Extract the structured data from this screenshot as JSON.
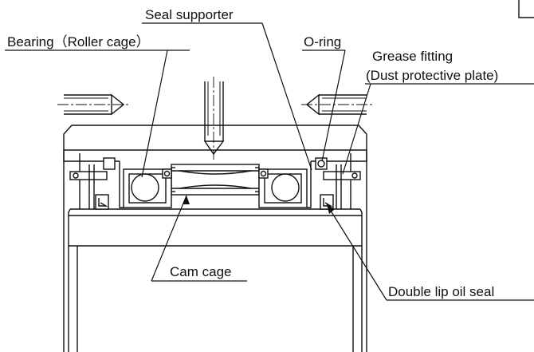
{
  "labels": {
    "seal_supporter": "Seal supporter",
    "bearing": "Bearing（Roller cage）",
    "o_ring": "O-ring",
    "grease_fitting_line1": "Grease fitting",
    "grease_fitting_line2": "(Dust protective plate)",
    "cam_cage": "Cam cage",
    "double_lip_oil_seal": "Double lip oil seal"
  },
  "colors": {
    "line": "#111111",
    "background": "#ffffff"
  }
}
